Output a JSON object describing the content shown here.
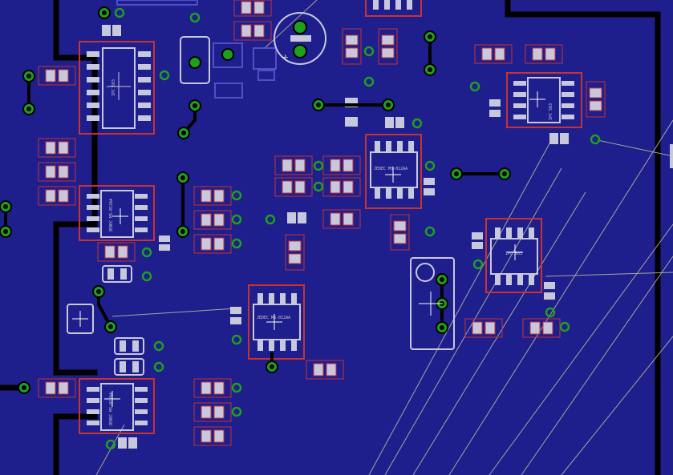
{
  "colors": {
    "board": "#1e1e8c",
    "trace": "#000000",
    "silk": "#c8c8dc",
    "courtyard": "#c83232",
    "pad": "#c8c8dc",
    "via_ring": "#1ea01e",
    "ratsnest": "#c8c8a0",
    "copper_edge": "#5050c8"
  },
  "ic_labels": {
    "a": "IPC 503",
    "b": "JEDEC MS-012AA",
    "c": "JEDEC MS-012AA",
    "d": "JEDEC MS-012AA",
    "e": "IPC 503",
    "f": "JEDEC MS-012AA",
    "g": "IPC 503"
  }
}
